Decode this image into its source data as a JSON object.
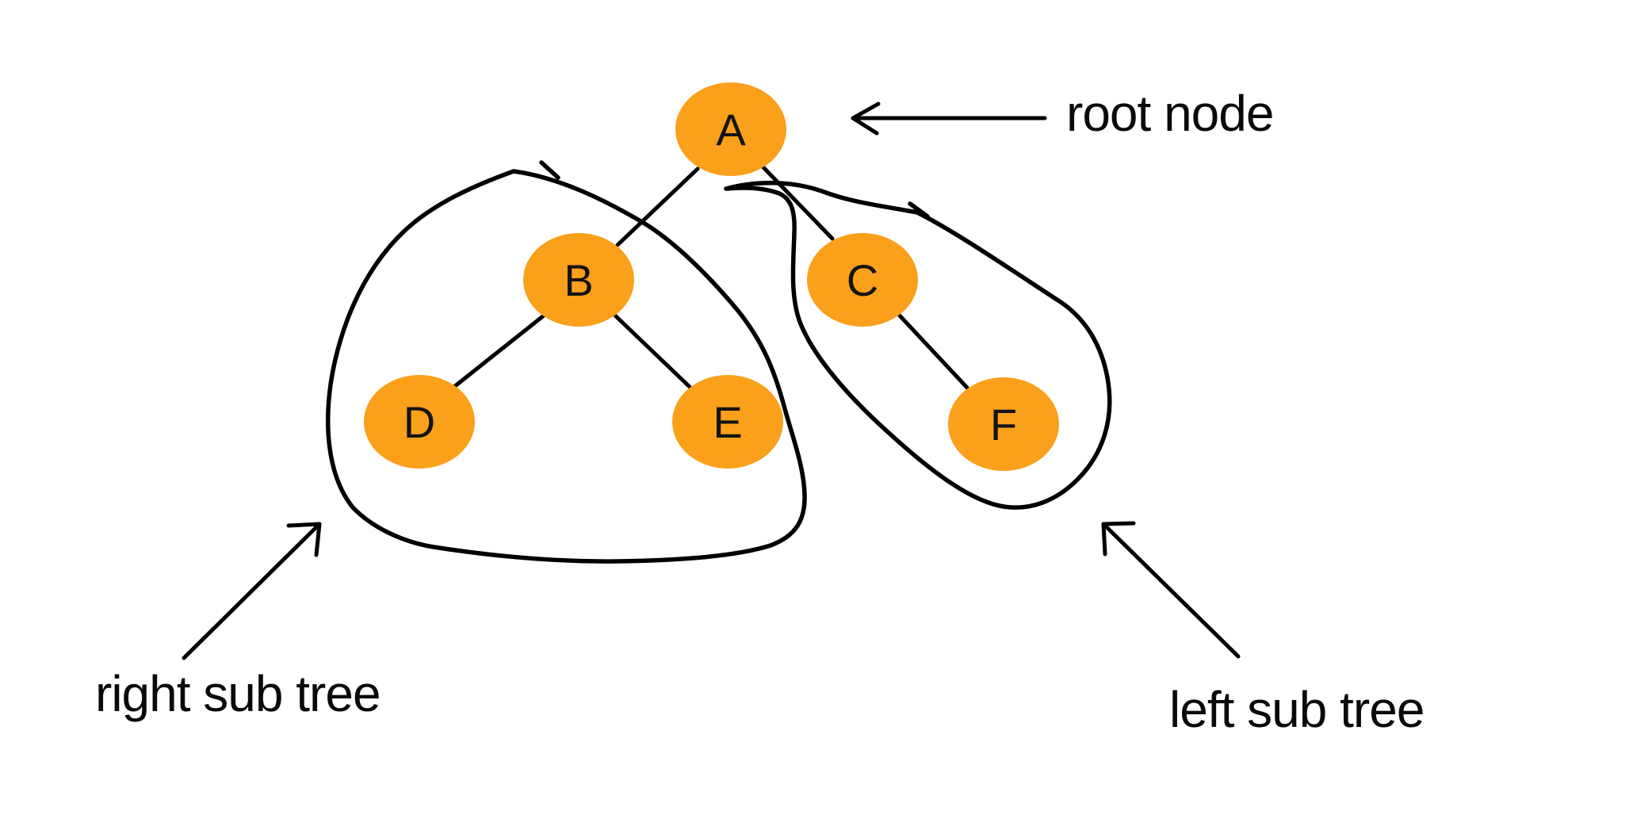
{
  "diagram": {
    "type": "binary-tree-sketch",
    "nodes": [
      {
        "id": "A",
        "label": "A",
        "role": "root"
      },
      {
        "id": "B",
        "label": "B",
        "role": "left child of A"
      },
      {
        "id": "C",
        "label": "C",
        "role": "right child of A"
      },
      {
        "id": "D",
        "label": "D",
        "role": "left child of B"
      },
      {
        "id": "E",
        "label": "E",
        "role": "right child of B"
      },
      {
        "id": "F",
        "label": "F",
        "role": "right child of C"
      }
    ],
    "edges": [
      {
        "from": "A",
        "to": "B"
      },
      {
        "from": "A",
        "to": "C"
      },
      {
        "from": "B",
        "to": "D"
      },
      {
        "from": "B",
        "to": "E"
      },
      {
        "from": "C",
        "to": "F"
      }
    ],
    "groups": [
      {
        "id": "group-bde",
        "members": [
          "B",
          "D",
          "E"
        ],
        "outline": "hand-drawn loop"
      },
      {
        "id": "group-cf",
        "members": [
          "C",
          "F"
        ],
        "outline": "hand-drawn loop"
      }
    ],
    "annotations": [
      {
        "id": "root-node-label",
        "text": "root node",
        "arrow_points_to": "node A"
      },
      {
        "id": "right-sub-tree-label",
        "text": "right sub tree",
        "arrow_points_to": "group-bde"
      },
      {
        "id": "left-sub-tree-label",
        "text": "left sub tree",
        "arrow_points_to": "group-cf"
      }
    ],
    "colors": {
      "node_fill": "#FBA01A",
      "line": "#000000",
      "text": "#141414",
      "background": "#FFFFFF"
    }
  }
}
